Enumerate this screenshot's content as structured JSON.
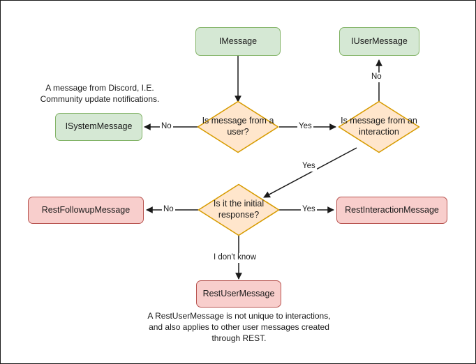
{
  "diagram": {
    "title": "Discord message type decision flowchart",
    "colors": {
      "green_fill": "#d5e8d4",
      "green_stroke": "#82b366",
      "pink_fill": "#f8cecc",
      "pink_stroke": "#b85450",
      "orange_fill": "#ffe6cc",
      "orange_stroke": "#d79b00",
      "edge": "#1a1a1a",
      "canvas_border": "#1a1a1a",
      "background": "#ffffff"
    },
    "nodes": [
      {
        "id": "imessage",
        "label": "IMessage",
        "shape": "rounded-rect",
        "style": "green"
      },
      {
        "id": "iusermessage",
        "label": "IUserMessage",
        "shape": "rounded-rect",
        "style": "green"
      },
      {
        "id": "isystemmessage",
        "label": "ISystemMessage",
        "shape": "rounded-rect",
        "style": "green"
      },
      {
        "id": "restfollowupmessage",
        "label": "RestFollowupMessage",
        "shape": "rounded-rect",
        "style": "pink"
      },
      {
        "id": "restinteractionmessage",
        "label": "RestInteractionMessage",
        "shape": "rounded-rect",
        "style": "pink"
      },
      {
        "id": "restusermessage",
        "label": "RestUserMessage",
        "shape": "rounded-rect",
        "style": "pink"
      },
      {
        "id": "q-from-user",
        "label": "Is message from a user?",
        "shape": "diamond",
        "style": "orange"
      },
      {
        "id": "q-from-interaction",
        "label": "Is message from an interaction",
        "shape": "diamond",
        "style": "orange"
      },
      {
        "id": "q-initial-response",
        "label": "Is it the initial response?",
        "shape": "diamond",
        "style": "orange"
      }
    ],
    "edges": [
      {
        "from": "imessage",
        "to": "q-from-user",
        "label": ""
      },
      {
        "from": "q-from-user",
        "to": "isystemmessage",
        "label": "No"
      },
      {
        "from": "q-from-user",
        "to": "q-from-interaction",
        "label": "Yes"
      },
      {
        "from": "q-from-interaction",
        "to": "iusermessage",
        "label": "No"
      },
      {
        "from": "q-from-interaction",
        "to": "q-initial-response",
        "label": "Yes"
      },
      {
        "from": "q-initial-response",
        "to": "restfollowupmessage",
        "label": "No"
      },
      {
        "from": "q-initial-response",
        "to": "restinteractionmessage",
        "label": "Yes"
      },
      {
        "from": "q-initial-response",
        "to": "restusermessage",
        "label": "I don't know"
      }
    ],
    "notes": [
      {
        "id": "note-system",
        "text": "A message from Discord, I.E.\nCommunity update notifications."
      },
      {
        "id": "note-restuser",
        "text": "A RestUserMessage is not unique to interactions,\nand also applies to other user messages created\nthrough REST."
      }
    ]
  }
}
